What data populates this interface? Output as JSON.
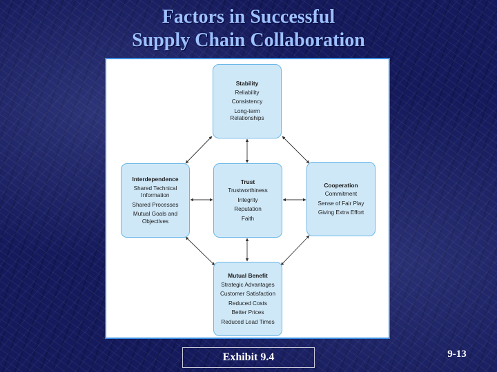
{
  "slide": {
    "title_line1": "Factors in Successful",
    "title_line2": "Supply Chain Collaboration",
    "caption": "Exhibit 9.4",
    "page_number": "9-13"
  },
  "diagram": {
    "stability": {
      "heading": "Stability",
      "items": [
        "Reliability",
        "Consistency",
        "Long-term\nRelationships"
      ]
    },
    "interdependence": {
      "heading": "Interdependence",
      "items": [
        "Shared Technical\nInformation",
        "Shared Processes",
        "Mutual Goals and\nObjectives"
      ]
    },
    "trust": {
      "heading": "Trust",
      "items": [
        "Trustworthiness",
        "Integrity",
        "Reputation",
        "Faith"
      ]
    },
    "cooperation": {
      "heading": "Cooperation",
      "items": [
        "Commitment",
        "Sense of Fair Play",
        "Giving Extra Effort"
      ]
    },
    "mutual_benefit": {
      "heading": "Mutual Benefit",
      "items": [
        "Strategic Advantages",
        "Customer Satisfaction",
        "Reduced Costs",
        "Better Prices",
        "Reduced Lead Times"
      ]
    }
  },
  "colors": {
    "box_fill": "#cfe8f8",
    "box_border": "#6ab6e6",
    "title": "#9ec1ff",
    "frame_border": "#3a8de0"
  }
}
